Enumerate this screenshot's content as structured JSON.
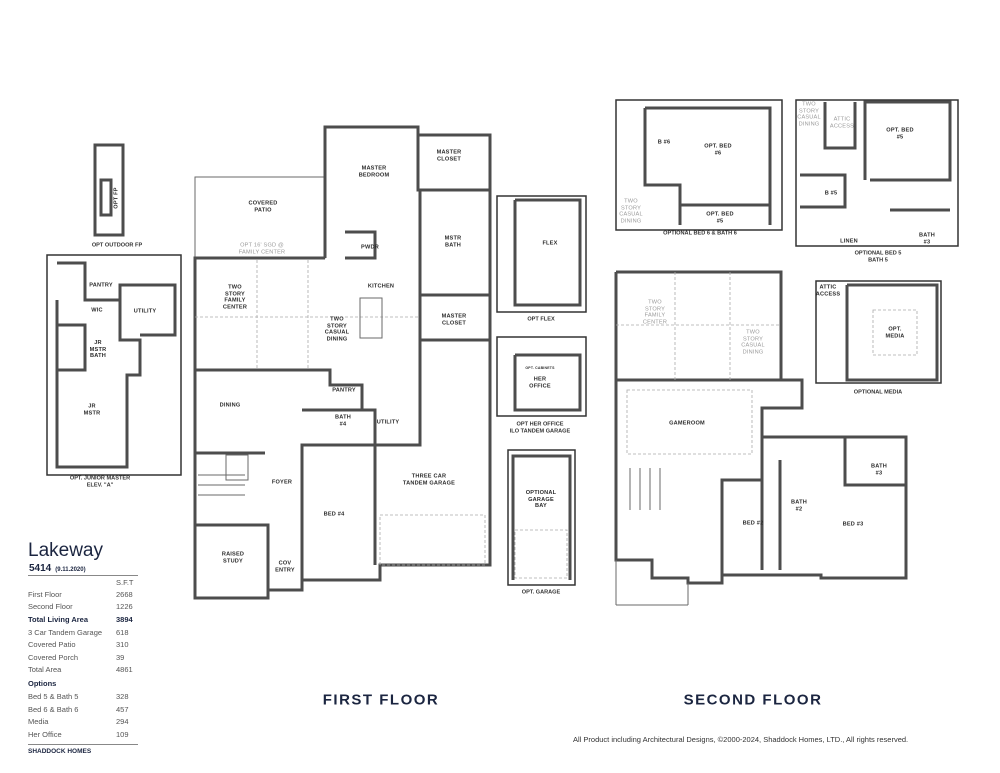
{
  "plan": {
    "name": "Lakeway",
    "number": "5414",
    "date": "(9.11.2020)"
  },
  "area_table": {
    "header": "S.F.T",
    "rows": [
      {
        "label": "First Floor",
        "value": "2668"
      },
      {
        "label": "Second Floor",
        "value": "1226"
      },
      {
        "label": "Total Living Area",
        "value": "3894"
      },
      {
        "label": "3 Car Tandem Garage",
        "value": "618"
      },
      {
        "label": "Covered Patio",
        "value": "310"
      },
      {
        "label": "Covered Porch",
        "value": "39"
      },
      {
        "label": "Total Area",
        "value": "4861"
      }
    ],
    "options_title": "Options",
    "options": [
      {
        "label": "Bed 5 & Bath 5",
        "value": "328"
      },
      {
        "label": "Bed 6 & Bath 6",
        "value": "457"
      },
      {
        "label": "Media",
        "value": "294"
      },
      {
        "label": "Her Office",
        "value": "109"
      }
    ],
    "brand": "SHADDOCK HOMES"
  },
  "first_floor": {
    "title": "FIRST FLOOR",
    "rooms": [
      "MASTER\nBEDROOM",
      "MASTER\nCLOSET",
      "COVERED\nPATIO",
      "OPT 16' SGD @\nFAMILY CENTER",
      "PWDR",
      "MSTR\nBATH",
      "KITCHEN",
      "TWO\nSTORY\nFAMILY\nCENTER",
      "TWO\nSTORY\nCASUAL\nDINING",
      "MASTER\nCLOSET",
      "PANTRY",
      "DINING",
      "BATH\n#4",
      "UTILITY",
      "FOYER",
      "THREE CAR\nTANDEM GARAGE",
      "BED #4",
      "RAISED\nSTUDY",
      "COV\nENTRY"
    ]
  },
  "second_floor": {
    "title": "SECOND FLOOR",
    "rooms": [
      "TWO\nSTORY\nFAMILY\nCENTER",
      "TWO\nSTORY\nCASUAL\nDINING",
      "GAMEROOM",
      "BATH\n#3",
      "BATH\n#2",
      "BED #2",
      "BED #3"
    ]
  },
  "options": {
    "outdoor_fp": {
      "room": "OPT FP",
      "caption": "OPT OUTDOOR FP"
    },
    "junior_master": {
      "rooms": [
        "PANTRY",
        "WIC",
        "UTILITY",
        "JR\nMSTR\nBATH",
        "JR\nMSTR"
      ],
      "caption": "OPT. JUNIOR MASTER\nELEV. \"A\""
    },
    "flex": {
      "room": "FLEX",
      "caption": "OPT FLEX"
    },
    "her_office": {
      "note": "OPT. CABINETS",
      "room": "HER\nOFFICE",
      "caption": "OPT HER OFFICE\nILO TANDEM GARAGE"
    },
    "garage": {
      "room": "OPTIONAL\nGARAGE\nBAY",
      "caption": "OPT. GARAGE"
    },
    "bed6": {
      "rooms": [
        "B #6",
        "OPT. BED\n#6",
        "OPT. BED\n#5",
        "TWO\nSTORY\nCASUAL\nDINING"
      ],
      "caption": "OPTIONAL BED 6 & BATH 6"
    },
    "bed5": {
      "rooms": [
        "TWO\nSTORY\nCASUAL\nDINING",
        "ATTIC\nACCESS",
        "OPT. BED\n#5",
        "B #5",
        "LINEN",
        "BATH\n#3"
      ],
      "caption": "OPTIONAL BED 5\nBATH 5"
    },
    "media": {
      "rooms": [
        "ATTIC\nACCESS",
        "OPT.\nMEDIA"
      ],
      "caption": "OPTIONAL MEDIA"
    }
  },
  "copyright": "All Product including Architectural Designs, ©2000-2024, Shaddock Homes, LTD., All rights reserved."
}
